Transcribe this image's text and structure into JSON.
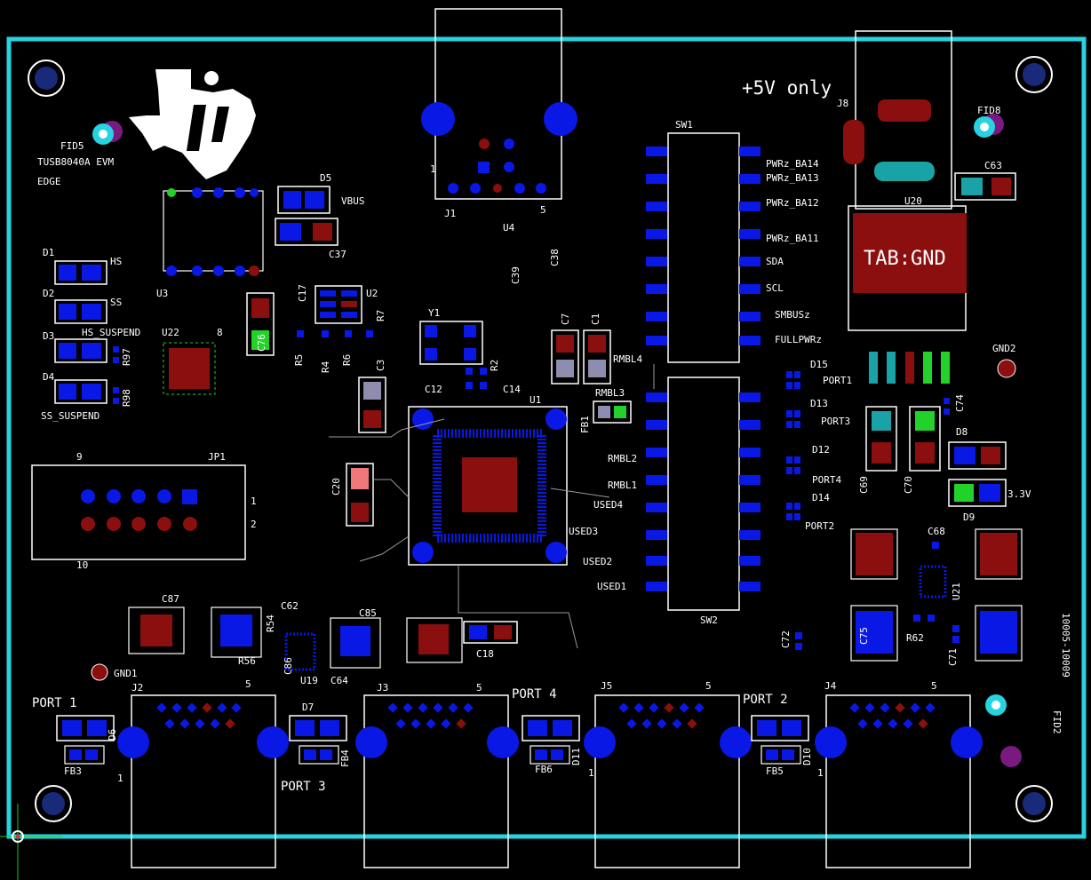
{
  "colors": {
    "background": "#000000",
    "board_outline": "#27d3e0",
    "silkscreen": "#ffffff",
    "copper_pad": "#0a18e6",
    "red_pad": "#8b0f0f",
    "green_pad": "#22d22a",
    "teal_pad": "#1aa3a6",
    "gray_pad": "#8d8db0",
    "salmon_pad": "#f07878",
    "fiducial": "#27d3e0",
    "purple": "#7a1a80",
    "hole_ring": "#1a2a7a"
  },
  "labels": {
    "power_note": "+5V only",
    "board_name": "TUSB8040A EVM",
    "edge": "EDGE",
    "tab_gnd": "TAB:GND",
    "port1": "PORT 1",
    "port2": "PORT 2",
    "port3": "PORT 3",
    "port4": "PORT 4",
    "j8": "J8",
    "sw1": "SW1",
    "sw2": "SW2",
    "u20": "U20",
    "u1": "U1",
    "u2": "U2",
    "u3": "U3",
    "u4": "U4",
    "u19": "U19",
    "u21": "U21",
    "u22": "U22",
    "y1": "Y1",
    "jp1": "JP1",
    "j1": "J1",
    "j2": "J2",
    "j3": "J3",
    "j4": "J4",
    "j5": "J5",
    "d1": "D1",
    "d2": "D2",
    "d3": "D3",
    "d4": "D4",
    "d5": "D5",
    "d7": "D7",
    "d8": "D8",
    "d9": "D9",
    "d10": "D10",
    "d11": "D11",
    "d12": "D12",
    "d13": "D13",
    "d14": "D14",
    "d15": "D15",
    "d6": "D6",
    "hs": "HS",
    "ss": "SS",
    "hs_suspend": "HS_SUSPEND",
    "ss_suspend": "SS_SUSPEND",
    "vbus": "VBUS",
    "v33": "3.3V",
    "fid5": "FID5",
    "fid8": "FID8",
    "fid2": "FID2",
    "gnd1": "GND1",
    "gnd2": "GND2",
    "fb1": "FB1",
    "fb3": "FB3",
    "fb4": "FB4",
    "fb5": "FB5",
    "fb6": "FB6",
    "pwr_ba14": "PWRz_BA14",
    "pwr_ba13": "PWRz_BA13",
    "pwr_ba12": "PWRz_BA12",
    "pwr_ba11": "PWRz_BA11",
    "sda": "SDA",
    "scl": "SCL",
    "smbusz": "SMBUSz",
    "fullpwrz": "FULLPWRz",
    "rmbl4": "RMBL4",
    "rmbl3": "RMBL3",
    "rmbl2": "RMBL2",
    "rmbl1": "RMBL1",
    "used4": "USED4",
    "used3": "USED3",
    "used2": "USED2",
    "used1": "USED1",
    "port_1s": "PORT1",
    "port_3s": "PORT3",
    "port_4s": "PORT4",
    "port_2s": "PORT2",
    "c63": "C63",
    "c87": "C87",
    "c85": "C85",
    "c18": "C18",
    "c37": "C37",
    "c20": "C20",
    "c3": "C3",
    "c7": "C7",
    "c1": "C1",
    "c76": "C76",
    "c17": "C17",
    "c12": "C12",
    "c14": "C14",
    "c39": "C39",
    "c38": "C38",
    "c62": "C62",
    "c64": "C64",
    "c86": "C86",
    "c68": "C68",
    "c69": "C69",
    "c70": "C70",
    "c74": "C74",
    "c75": "C75",
    "c71": "C71",
    "c72": "C72",
    "r97": "R97",
    "r98": "R98",
    "r5": "R5",
    "r4": "R4",
    "r6": "R6",
    "r7": "R7",
    "r2": "R2",
    "r54": "R54",
    "r56": "R56",
    "r62": "R62",
    "n1": "1",
    "n5": "5",
    "n8": "8",
    "n9": "9",
    "n2": "2",
    "n10": "10",
    "rev": "10005-10009"
  }
}
